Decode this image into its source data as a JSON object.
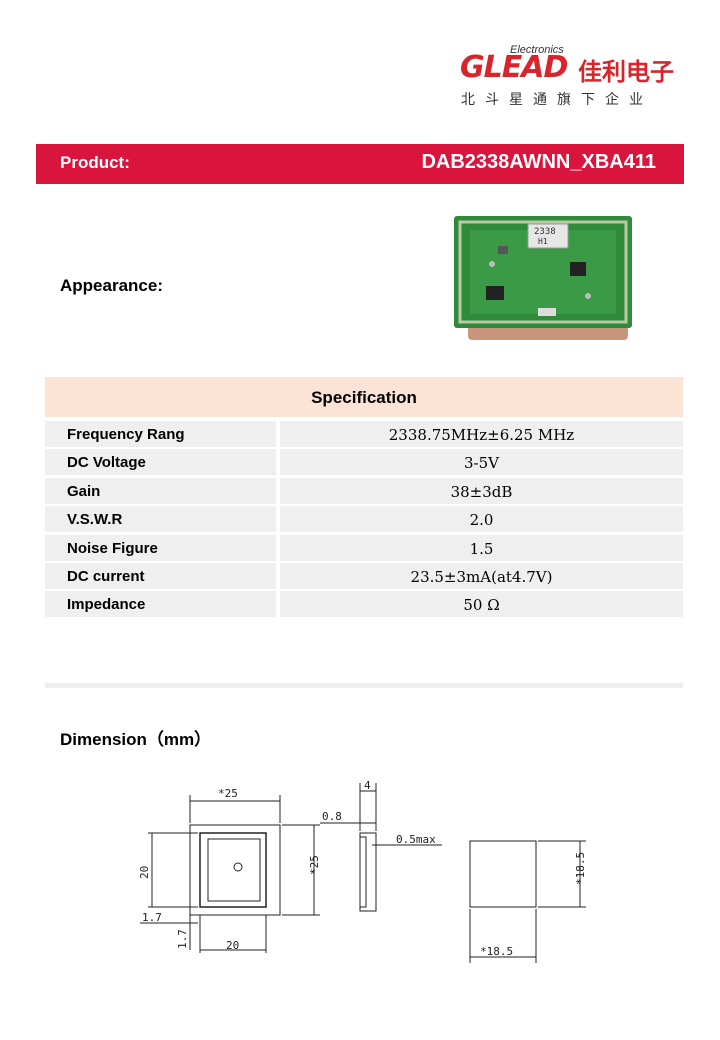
{
  "header": {
    "logo_text": "GLEAD",
    "logo_sub": "Electronics",
    "logo_cn": "佳利电子",
    "tagline": "北斗星通旗下企业"
  },
  "product": {
    "label": "Product:",
    "value": "DAB2338AWNN_XBA411"
  },
  "appearance": {
    "label": "Appearance:",
    "module_marking_top": "2338",
    "module_marking_bottom": "H1"
  },
  "specification": {
    "title": "Specification",
    "rows": [
      {
        "name": "Frequency Rang",
        "value": "2338.75MHz±6.25 MHz"
      },
      {
        "name": "DC Voltage",
        "value": "3-5V"
      },
      {
        "name": "Gain",
        "value": "38±3dB"
      },
      {
        "name": "V.S.W.R",
        "value": "2.0"
      },
      {
        "name": "Noise Figure",
        "value": "1.5"
      },
      {
        "name": "DC current",
        "value": "23.5±3mA(at4.7V)"
      },
      {
        "name": "Impedance",
        "value": "50 Ω"
      }
    ]
  },
  "dimension": {
    "label": "Dimension（mm）",
    "labels": {
      "top_width": "*25",
      "left_height": "20",
      "right_height": "*25",
      "offset_1": "1.7",
      "offset_2": "1.7",
      "bottom_width": "20",
      "side_thickness": "4",
      "side_offset": "0.8",
      "side_max": "0.5max",
      "back_height": "*18.5",
      "back_width": "*18.5"
    }
  },
  "colors": {
    "brand_red": "#d9143d",
    "spec_header_bg": "#fbe4d5",
    "row_bg": "#efefef"
  }
}
